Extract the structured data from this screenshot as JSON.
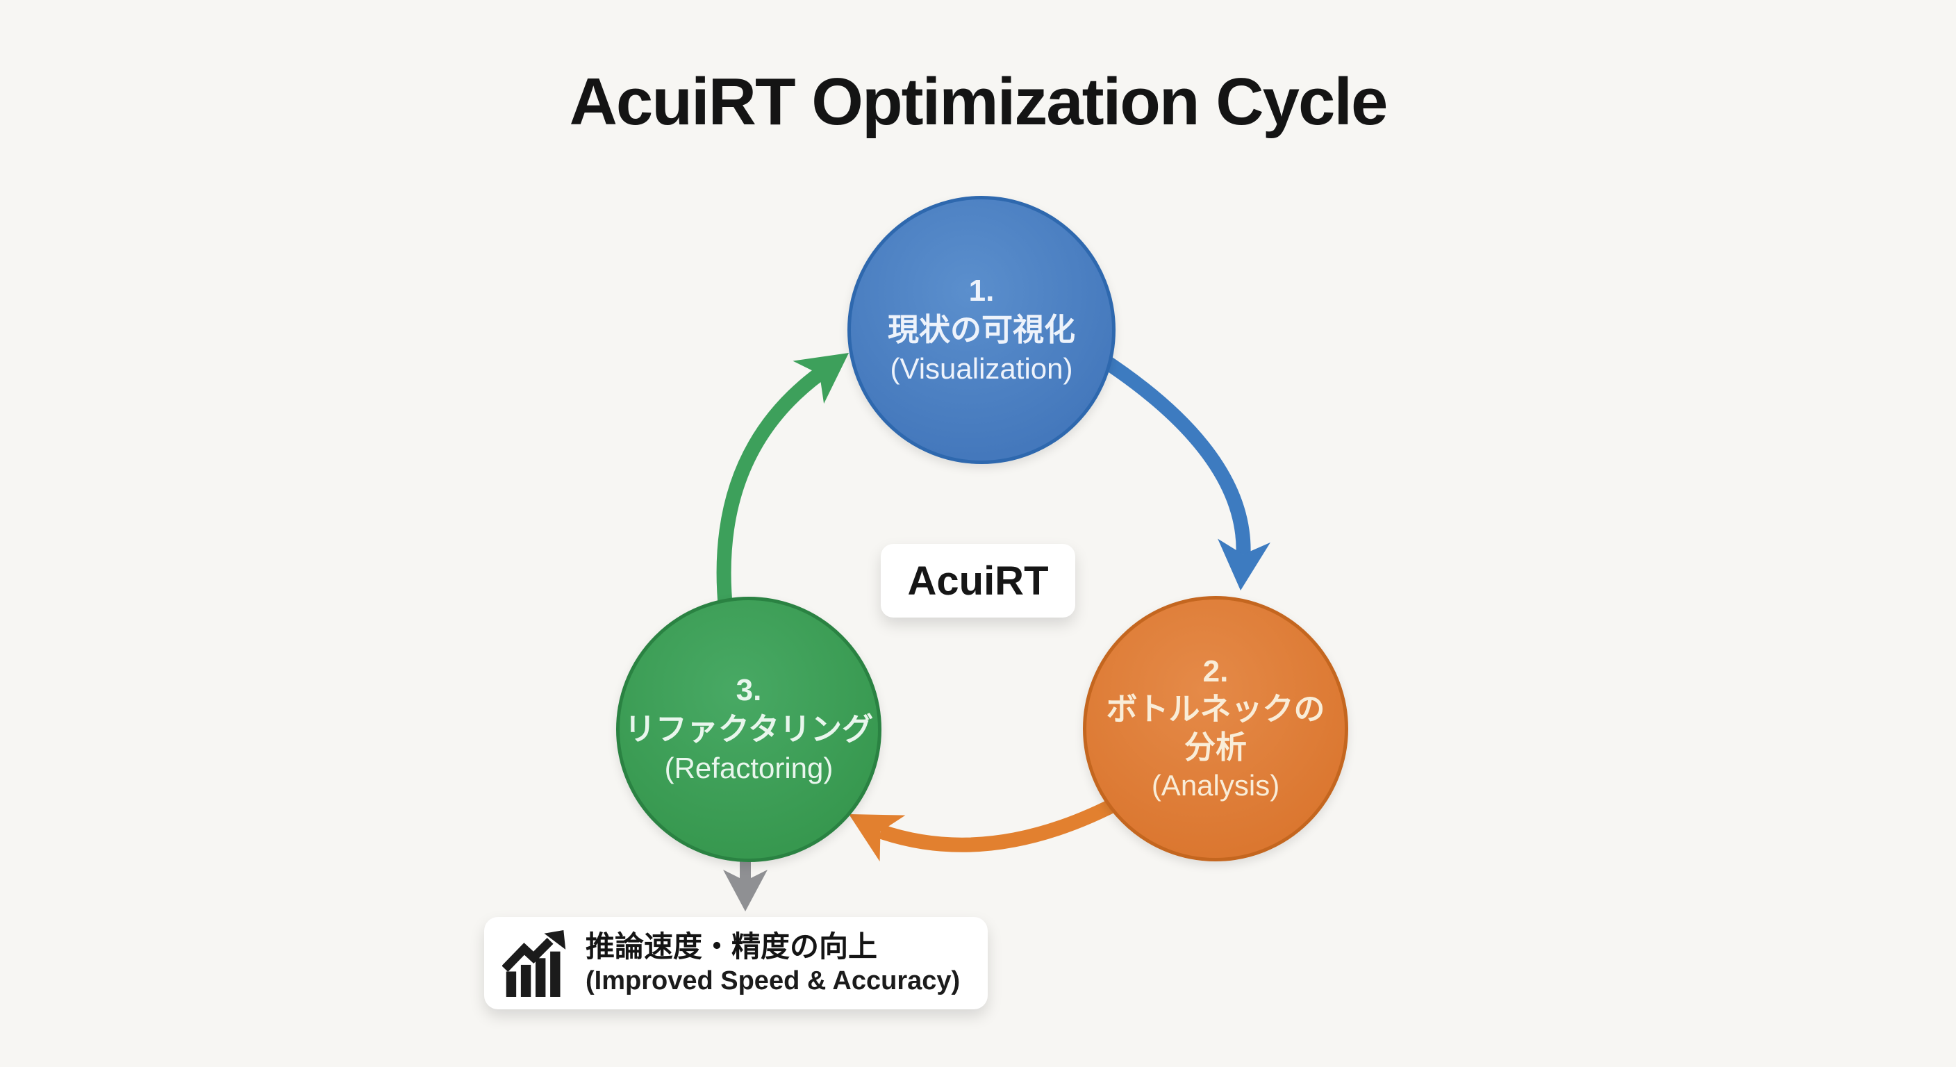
{
  "title": "AcuiRT Optimization Cycle",
  "center_label": "AcuiRT",
  "nodes": [
    {
      "id": "visualization",
      "number": "1.",
      "jp": "現状の可視化",
      "en": "(Visualization)",
      "fill": "#4478bc",
      "border": "#2e68ae",
      "text_color": "#eef3fb"
    },
    {
      "id": "analysis",
      "number": "2.",
      "jp": "ボトルネックの\n分析",
      "en": "(Analysis)",
      "fill": "#db7730",
      "border": "#c4661f",
      "text_color": "#f9edd8"
    },
    {
      "id": "refactoring",
      "number": "3.",
      "jp": "リファクタリング",
      "en": "(Refactoring)",
      "fill": "#37984f",
      "border": "#2a8242",
      "text_color": "#e9f6ed"
    }
  ],
  "outcome": {
    "jp": "推論速度・精度の向上",
    "en": "(Improved Speed & Accuracy)",
    "icon": "trending-up-bar-chart-icon",
    "icon_color": "#1b1b1b"
  },
  "arrows": {
    "step1_to_step2_color": "#3d7bc0",
    "step2_to_step3_color": "#e2802f",
    "step3_to_step1_color": "#3da05b",
    "refactoring_to_outcome_color": "#8f9093"
  },
  "background_color": "#f7f6f3"
}
